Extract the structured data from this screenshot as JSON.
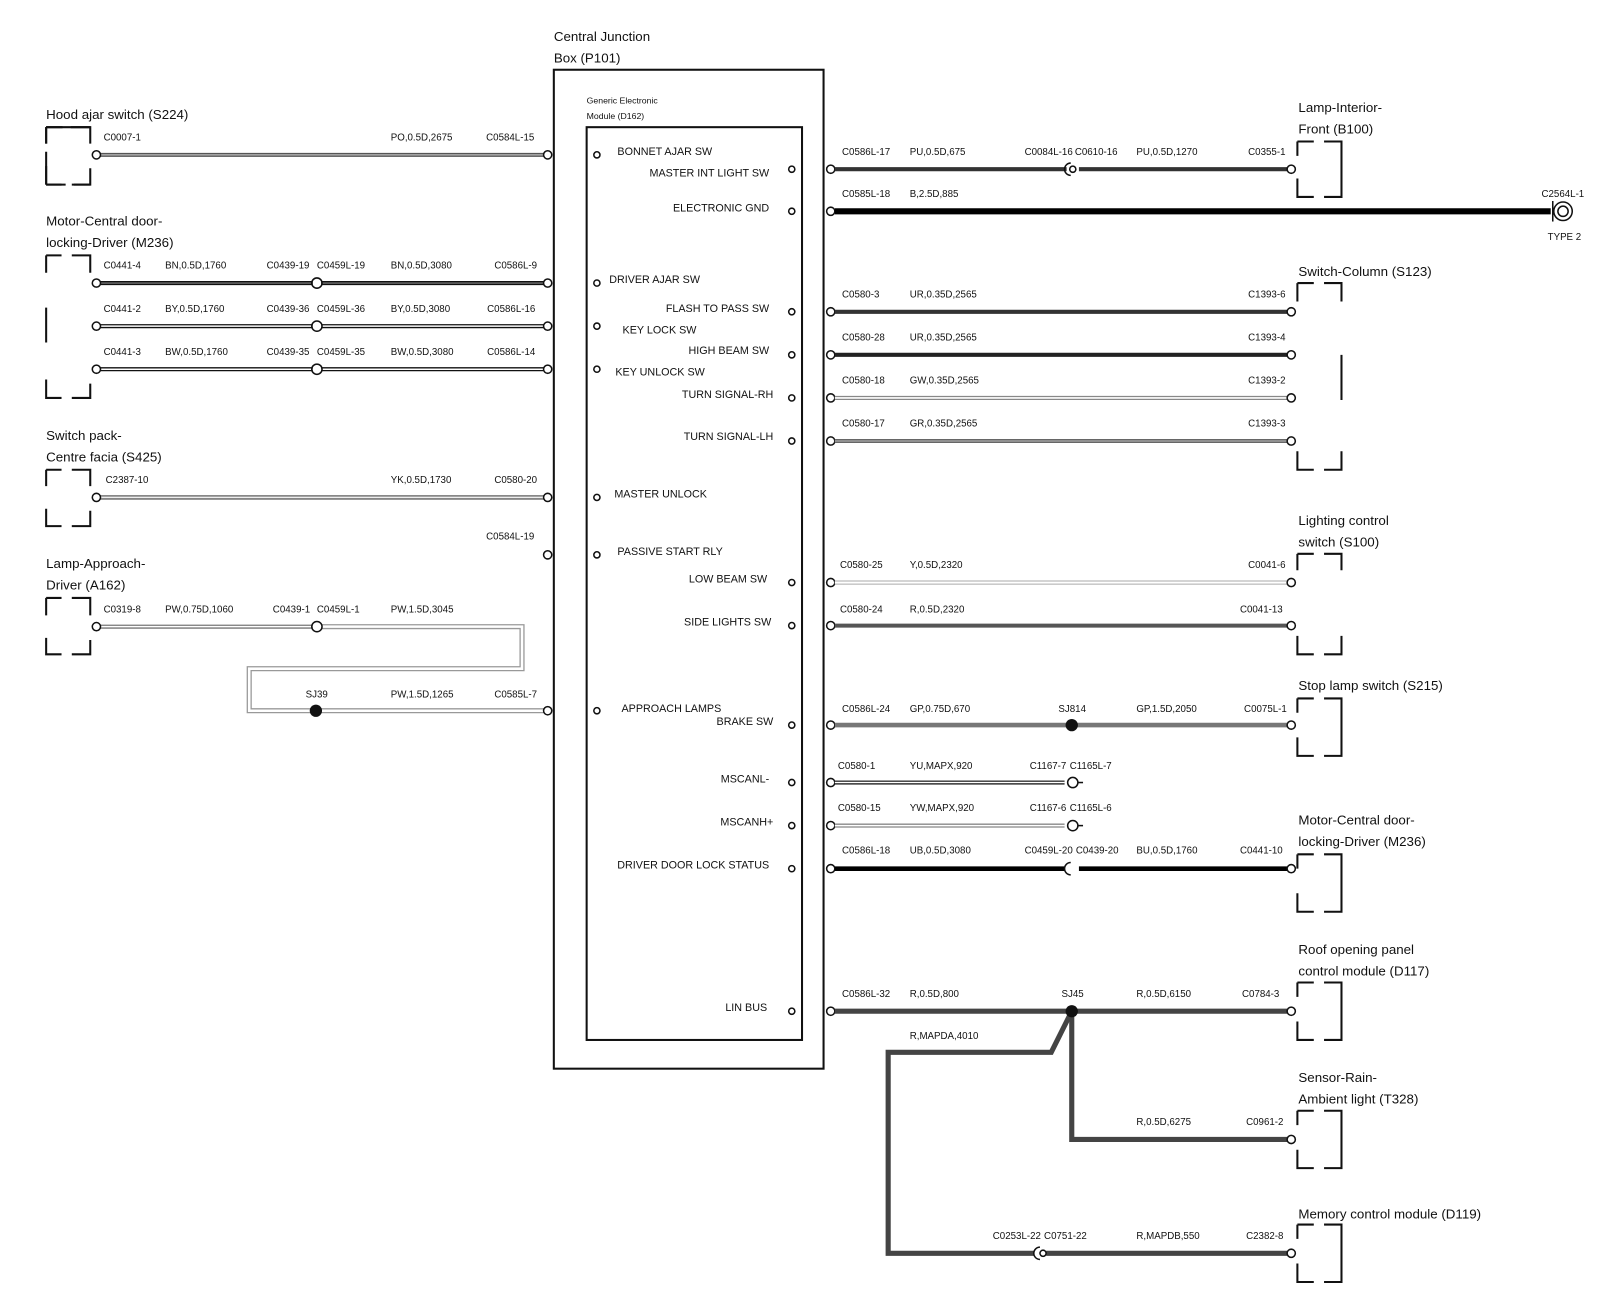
{
  "diagram": {
    "cjb": {
      "line1": "Central Junction",
      "line2": "Box (P101)"
    },
    "gem": {
      "line1": "Generic Electronic",
      "line2": "Module (D162)"
    },
    "left_components": [
      {
        "name": "Hood ajar switch (S224)"
      },
      {
        "name": "Motor-Central door-",
        "name2": "locking-Driver (M236)"
      },
      {
        "name": "Switch pack-",
        "name2": "Centre facia (S425)"
      },
      {
        "name": "Lamp-Approach-",
        "name2": "Driver (A162)"
      }
    ],
    "right_components": [
      {
        "name": "Lamp-Interior-",
        "name2": "Front (B100)"
      },
      {
        "name": "Switch-Column (S123)"
      },
      {
        "name": "Lighting control",
        "name2": "switch (S100)"
      },
      {
        "name": "Stop lamp switch (S215)"
      },
      {
        "name": "Motor-Central door-",
        "name2": "locking-Driver (M236)"
      },
      {
        "name": "Roof opening panel",
        "name2": "control module (D117)"
      },
      {
        "name": "Sensor-Rain-",
        "name2": "Ambient light (T328)"
      },
      {
        "name": "Memory control module (D119)"
      }
    ],
    "ground": {
      "connector": "C2564L-1",
      "type": "TYPE 2"
    },
    "left_pins": [
      "BONNET AJAR SW",
      "DRIVER AJAR SW",
      "KEY LOCK SW",
      "KEY UNLOCK SW",
      "MASTER UNLOCK",
      "PASSIVE START RLY",
      "APPROACH LAMPS"
    ],
    "right_pins": [
      "MASTER INT LIGHT SW",
      "ELECTRONIC GND",
      "FLASH TO PASS SW",
      "HIGH BEAM SW",
      "TURN SIGNAL-RH",
      "TURN SIGNAL-LH",
      "LOW BEAM SW",
      "SIDE LIGHTS SW",
      "BRAKE SW",
      "MSCANL-",
      "MSCANH+",
      "DRIVER DOOR LOCK STATUS",
      "LIN BUS"
    ],
    "left_wires": [
      {
        "c1": "C0007-1",
        "spec1": "PO,0.5D,2675",
        "c4": "C0584L-15"
      },
      {
        "c1": "C0441-4",
        "spec1": "BN,0.5D,1760",
        "c2": "C0439-19",
        "c3": "C0459L-19",
        "spec2": "BN,0.5D,3080",
        "c4": "C0586L-9"
      },
      {
        "c1": "C0441-2",
        "spec1": "BY,0.5D,1760",
        "c2": "C0439-36",
        "c3": "C0459L-36",
        "spec2": "BY,0.5D,3080",
        "c4": "C0586L-16"
      },
      {
        "c1": "C0441-3",
        "spec1": "BW,0.5D,1760",
        "c2": "C0439-35",
        "c3": "C0459L-35",
        "spec2": "BW,0.5D,3080",
        "c4": "C0586L-14"
      },
      {
        "c1": "C2387-10",
        "spec1": "YK,0.5D,1730",
        "c4": "C0580-20"
      },
      {
        "c4": "C0584L-19"
      },
      {
        "c1": "C0319-8",
        "spec1": "PW,0.75D,1060",
        "c2": "C0439-1",
        "c3": "C0459L-1",
        "spec2": "PW,1.5D,3045"
      },
      {
        "splice": "SJ39",
        "spec1": "PW,1.5D,1265",
        "c4": "C0585L-7"
      }
    ],
    "right_wires": [
      {
        "c1": "C0586L-17",
        "spec1": "PU,0.5D,675",
        "c2": "C0084L-16",
        "c3": "C0610-16",
        "spec2": "PU,0.5D,1270",
        "c4": "C0355-1"
      },
      {
        "c1": "C0585L-18",
        "spec1": "B,2.5D,885"
      },
      {
        "c1": "C0580-3",
        "spec1": "UR,0.35D,2565",
        "c4": "C1393-6"
      },
      {
        "c1": "C0580-28",
        "spec1": "UR,0.35D,2565",
        "c4": "C1393-4"
      },
      {
        "c1": "C0580-18",
        "spec1": "GW,0.35D,2565",
        "c4": "C1393-2"
      },
      {
        "c1": "C0580-17",
        "spec1": "GR,0.35D,2565",
        "c4": "C1393-3"
      },
      {
        "c1": "C0580-25",
        "spec1": "Y,0.5D,2320",
        "c4": "C0041-6"
      },
      {
        "c1": "C0580-24",
        "spec1": "R,0.5D,2320",
        "c4": "C0041-13"
      },
      {
        "c1": "C0586L-24",
        "spec1": "GP,0.75D,670",
        "splice": "SJ814",
        "spec2": "GP,1.5D,2050",
        "c4": "C0075L-1"
      },
      {
        "c1": "C0580-1",
        "spec1": "YU,MAPX,920",
        "c2": "C1167-7",
        "c3": "C1165L-7"
      },
      {
        "c1": "C0580-15",
        "spec1": "YW,MAPX,920",
        "c2": "C1167-6",
        "c3": "C1165L-6"
      },
      {
        "c1": "C0586L-18",
        "spec1": "UB,0.5D,3080",
        "c2": "C0459L-20",
        "c3": "C0439-20",
        "spec2": "BU,0.5D,1760",
        "c4": "C0441-10"
      },
      {
        "c1": "C0586L-32",
        "spec1": "R,0.5D,800",
        "splice": "SJ45",
        "spec2": "R,0.5D,6150",
        "c4": "C0784-3"
      }
    ],
    "lin_branches": {
      "mapda": "R,MAPDA,4010",
      "rain_spec": "R,0.5D,6275",
      "rain_conn": "C0961-2",
      "mem_c2": "C0253L-22",
      "mem_c3": "C0751-22",
      "mem_spec": "R,MAPDB,550",
      "mem_conn": "C2382-8"
    }
  }
}
